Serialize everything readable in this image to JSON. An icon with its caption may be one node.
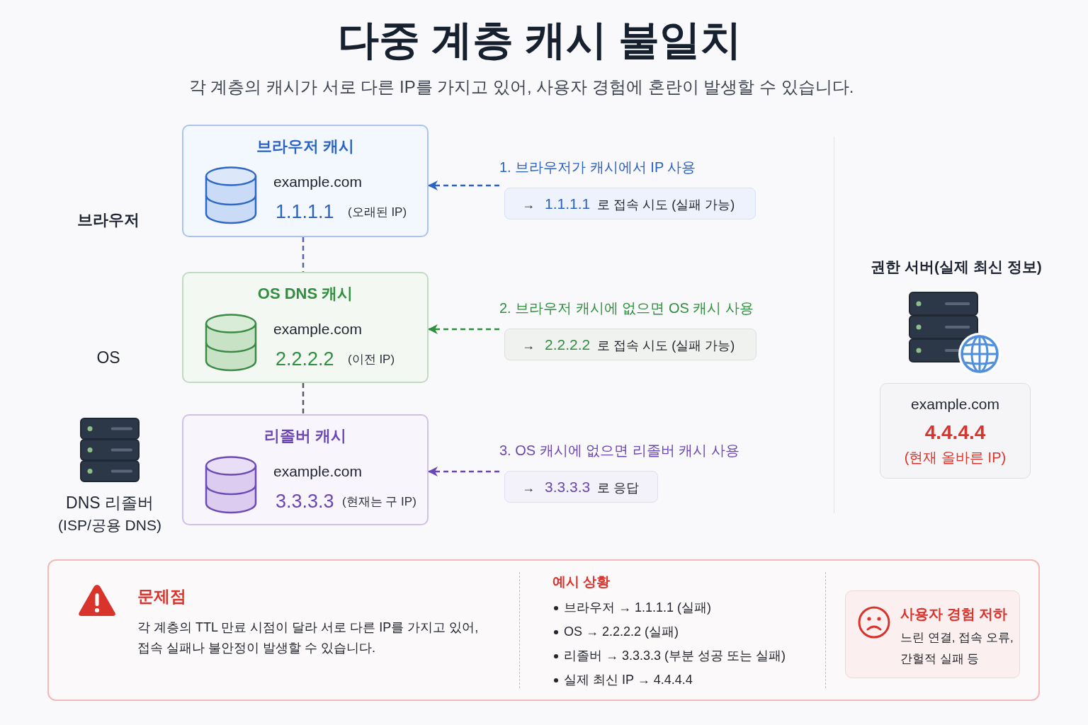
{
  "diagram": {
    "title": "다중 계층 캐시 불일치",
    "caption": "각 계층의 캐시가 서로 다른 IP를 가지고 있어, 사용자 경험에 혼란이 발생할 수 있습니다.",
    "nodes": [
      {
        "text": [
          "브라우저 캐시",
          "example.com",
          "1.1.1.1",
          "(오래된 IP)"
        ]
      },
      {
        "text": [
          "OS DNS 캐시",
          "example.com",
          "2.2.2.2",
          "(이전 IP)"
        ]
      },
      {
        "text": [
          "리졸버 캐시",
          "example.com",
          "3.3.3.3",
          "(현재는 구 IP)"
        ]
      },
      {
        "text": [
          "1. 브라우저가 캐시에서 IP 사용",
          "→ **1.1.1.1** 로 접속 시도 (실패 가능)"
        ]
      },
      {
        "text": [
          "2. 브라우저 캐시에 없으면 OS 캐시 사용",
          "→ **2.2.2.2** 로 접속 시도 (실패 가능)"
        ]
      },
      {
        "text": [
          "3. OS 캐시에 없으면 리졸버 캐시 사용",
          "→ **3.3.3.3** 로 응답"
        ]
      },
      {
        "text": [
          "example.com",
          "4.4.4.4",
          "(현재 올바른 IP)"
        ]
      },
      {
        "text": [
          "문제점",
          "각 계층의 TTL 만료 시점이 달라 서로 다른 IP를 가지고 있어, 접속 실패나 불안정이 발생할 수 있습니다.",
          "예시 상황",
          "브라우저 → 1.1.1.1 (실패)",
          "OS → 2.2.2.2 (실패)",
          "리졸버 → 3.3.3.3 (부분 성공 또는 실패)",
          "실제 최신 IP → 4.4.4.4"
        ]
      },
      {
        "text": [
          "사용자 경험 저하",
          "느린 연결, 접속 오류, 간헐적 실패 등"
        ],
        "in": 7
      }
    ],
    "edges": [
      {
        "from": 0,
        "to": 1,
        "arrow": "none",
        "style": "dashed",
        "color": "#5a63a6"
      },
      {
        "from": 1,
        "to": 2,
        "arrow": "none",
        "style": "dashed",
        "color": "#555b66"
      },
      {
        "from": 3,
        "to": 0,
        "arrow": "to",
        "style": "dashed",
        "color": "#2a62c4"
      },
      {
        "from": 4,
        "to": 1,
        "arrow": "to",
        "style": "dashed",
        "color": "#2f8f3e"
      },
      {
        "from": 5,
        "to": 2,
        "arrow": "to",
        "style": "dashed",
        "color": "#6b46b5"
      }
    ],
    "labels": [
      "브라우저",
      "OS",
      "DNS 리졸버",
      "(ISP/공용 DNS)",
      "권한 서버(실제 최신 정보)"
    ]
  }
}
